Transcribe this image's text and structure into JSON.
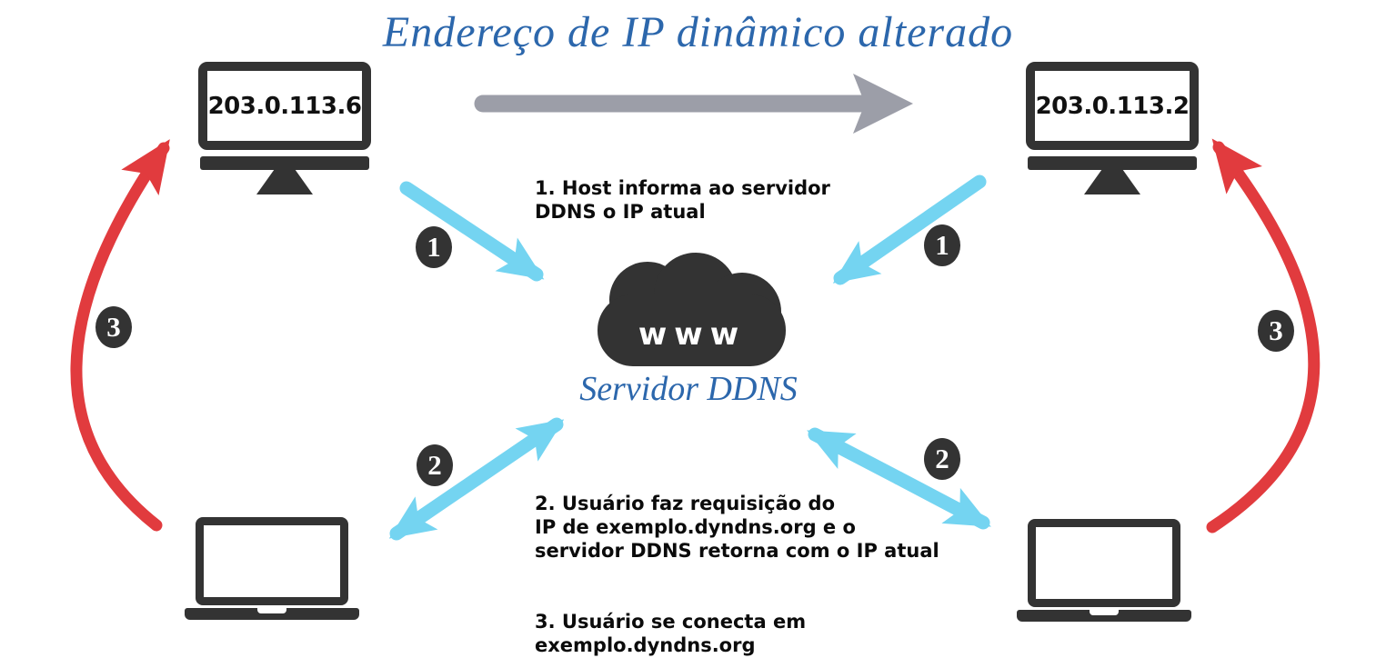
{
  "title": "Endereço de IP dinâmico alterado",
  "hosts": {
    "left_ip": "203.0.113.6",
    "right_ip": "203.0.113.2"
  },
  "server": {
    "label": "www",
    "caption": "Servidor DDNS"
  },
  "steps": {
    "step1": "1. Host informa ao servidor\nDDNS o IP atual",
    "step2": "2. Usuário faz requisição do\nIP de exemplo.dyndns.org e o\nservidor DDNS retorna com o IP atual",
    "step3": "3. Usuário se conecta em\nexemplo.dyndns.org"
  },
  "badges": {
    "step1": "1",
    "step2": "2",
    "step3": "3"
  },
  "colors": {
    "accent_blue": "#2C67AC",
    "icon_dark": "#333333",
    "arrow_cyan": "#74D4F1",
    "arrow_red": "#E13B3E",
    "arrow_gray": "#9C9EA8"
  }
}
